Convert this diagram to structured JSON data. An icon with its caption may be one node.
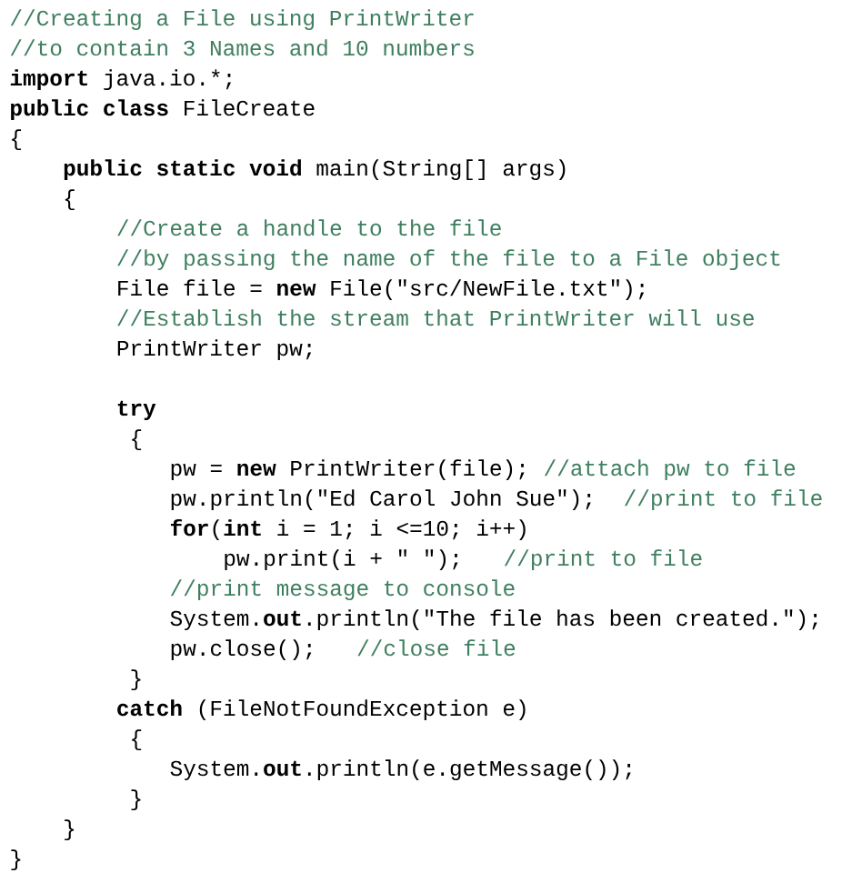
{
  "diagram": {
    "labels": [
      "//Creating a File using PrintWriter",
      "//to contain 3 Names and 10 numbers",
      "**import** java.io.*;",
      "**public class** FileCreate",
      "{",
      "**public static void** main(String[] args)",
      "{",
      "//Create a handle to the file",
      "//by passing the name of the file to a File object",
      "File file = **new** File(\"src/NewFile.txt\");",
      "//Establish the stream that PrintWriter will use",
      "PrintWriter pw;",
      "**try**",
      "{",
      "pw = **new** PrintWriter(file);",
      "//attach pw to file",
      "pw.println(\"Ed Carol John Sue\");",
      "//print to file",
      "**for**(**int** i = 1; i <=10; i++)",
      "pw.print(i + \" \");",
      "//print to file",
      "//print message to console",
      "System.**out**.println(\"The file has been created.\");",
      "pw.close();",
      "//close file",
      "}",
      "**catch** (FileNotFoundException e)",
      "{",
      "System.**out**.println(e.getMessage());",
      "}",
      "}",
      "}"
    ]
  }
}
